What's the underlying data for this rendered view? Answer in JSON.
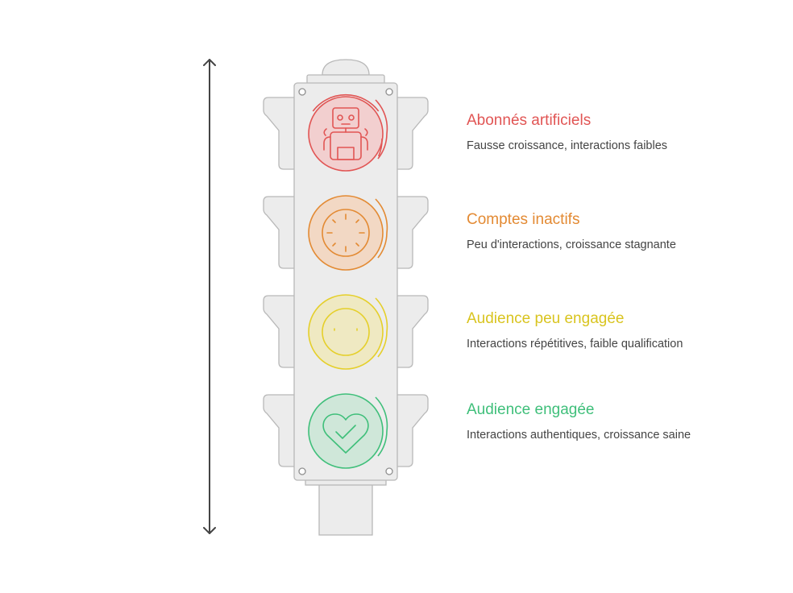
{
  "levels": [
    {
      "title": "Abonnés artificiels",
      "description": "Fausse croissance, interactions faibles",
      "color": "#e15554",
      "fill": "#f1cccc",
      "icon": "robot-icon"
    },
    {
      "title": "Comptes inactifs",
      "description": "Peu d'interactions, croissance stagnante",
      "color": "#e38a33",
      "fill": "#f1d7c3",
      "icon": "clock-icon"
    },
    {
      "title": "Audience peu engagée",
      "description": "Interactions répétitives, faible qualification",
      "color": "#e5cf2a",
      "fill": "#efe8bf",
      "icon": "neutral-face-icon"
    },
    {
      "title": "Audience engagée",
      "description": "Interactions authentiques, croissance saine",
      "color": "#3fbf7a",
      "fill": "#cfe6d8",
      "icon": "heart-check-icon"
    }
  ]
}
